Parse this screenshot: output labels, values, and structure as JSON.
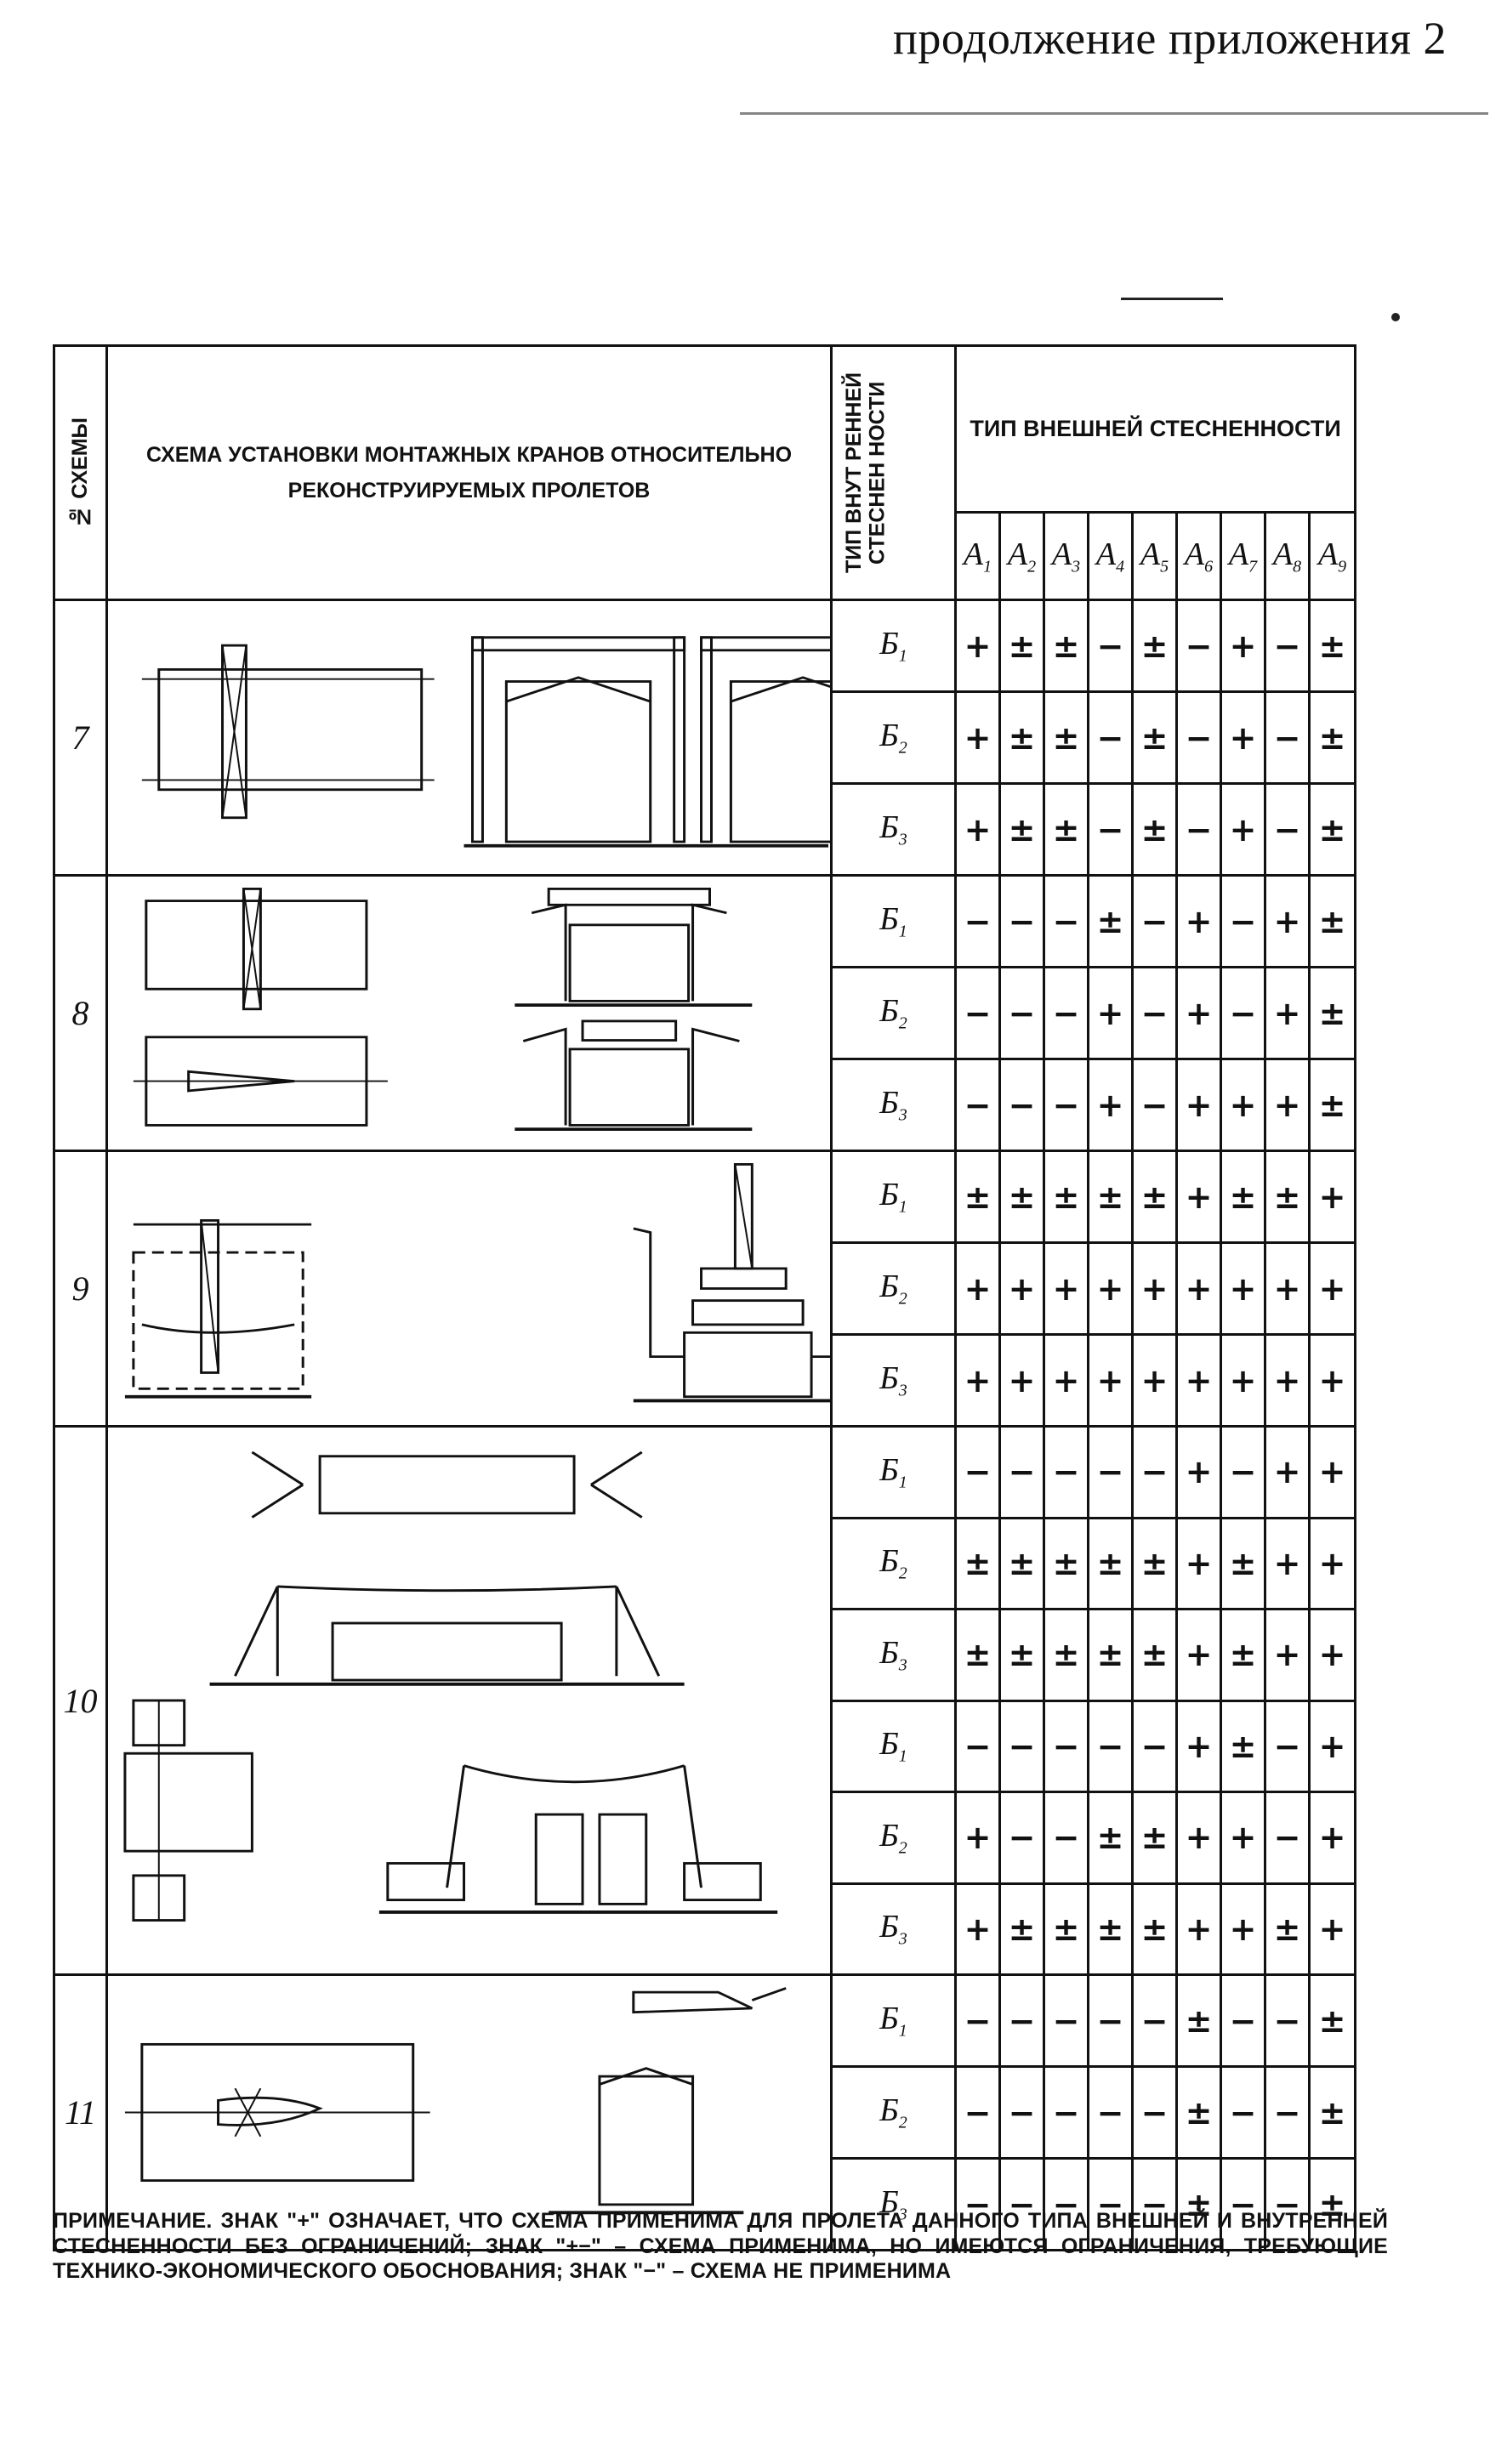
{
  "page_header": "продолжение приложения 2",
  "table": {
    "col_scheme_no": "№ СХЕМЫ",
    "col_scheme": "СХЕМА УСТАНОВКИ МОНТАЖНЫХ КРАНОВ ОТНОСИТЕЛЬНО РЕКОНСТРУИРУЕМЫХ ПРОЛЕТОВ",
    "col_internal": "ТИП ВНУТ РЕННЕЙ СТЕСНЕН НОСТИ",
    "col_external": "ТИП ВНЕШНЕЙ СТЕСНЕННОСТИ",
    "ext_types": [
      {
        "base": "А",
        "idx": "1"
      },
      {
        "base": "А",
        "idx": "2"
      },
      {
        "base": "А",
        "idx": "3"
      },
      {
        "base": "А",
        "idx": "4"
      },
      {
        "base": "А",
        "idx": "5"
      },
      {
        "base": "А",
        "idx": "6"
      },
      {
        "base": "А",
        "idx": "7"
      },
      {
        "base": "А",
        "idx": "8"
      },
      {
        "base": "А",
        "idx": "9"
      }
    ],
    "groups": [
      {
        "scheme_no": "7",
        "rows": [
          {
            "b": "Б",
            "idx": "1",
            "cells": [
              "+",
              "±",
              "±",
              "−",
              "±",
              "−",
              "+",
              "−",
              "±"
            ]
          },
          {
            "b": "Б",
            "idx": "2",
            "cells": [
              "+",
              "±",
              "±",
              "−",
              "±",
              "−",
              "+",
              "−",
              "±"
            ]
          },
          {
            "b": "Б",
            "idx": "3",
            "cells": [
              "+",
              "±",
              "±",
              "−",
              "±",
              "−",
              "+",
              "−",
              "±"
            ]
          }
        ]
      },
      {
        "scheme_no": "8",
        "rows": [
          {
            "b": "Б",
            "idx": "1",
            "cells": [
              "−",
              "−",
              "−",
              "±",
              "−",
              "+",
              "−",
              "+",
              "±"
            ]
          },
          {
            "b": "Б",
            "idx": "2",
            "cells": [
              "−",
              "−",
              "−",
              "+",
              "−",
              "+",
              "−",
              "+",
              "±"
            ]
          },
          {
            "b": "Б",
            "idx": "3",
            "cells": [
              "−",
              "−",
              "−",
              "+",
              "−",
              "+",
              "+",
              "+",
              "±"
            ]
          }
        ]
      },
      {
        "scheme_no": "9",
        "rows": [
          {
            "b": "Б",
            "idx": "1",
            "cells": [
              "±",
              "±",
              "±",
              "±",
              "±",
              "+",
              "±",
              "±",
              "+"
            ]
          },
          {
            "b": "Б",
            "idx": "2",
            "cells": [
              "+",
              "+",
              "+",
              "+",
              "+",
              "+",
              "+",
              "+",
              "+"
            ]
          },
          {
            "b": "Б",
            "idx": "3",
            "cells": [
              "+",
              "+",
              "+",
              "+",
              "+",
              "+",
              "+",
              "+",
              "+"
            ]
          }
        ]
      },
      {
        "scheme_no": "10",
        "rows": [
          {
            "b": "Б",
            "idx": "1",
            "cells": [
              "−",
              "−",
              "−",
              "−",
              "−",
              "+",
              "−",
              "+",
              "+"
            ]
          },
          {
            "b": "Б",
            "idx": "2",
            "cells": [
              "±",
              "±",
              "±",
              "±",
              "±",
              "+",
              "±",
              "+",
              "+"
            ]
          },
          {
            "b": "Б",
            "idx": "3",
            "cells": [
              "±",
              "±",
              "±",
              "±",
              "±",
              "+",
              "±",
              "+",
              "+"
            ]
          },
          {
            "b": "Б",
            "idx": "1",
            "cells": [
              "−",
              "−",
              "−",
              "−",
              "−",
              "+",
              "±",
              "−",
              "+"
            ]
          },
          {
            "b": "Б",
            "idx": "2",
            "cells": [
              "+",
              "−",
              "−",
              "±",
              "±",
              "+",
              "+",
              "−",
              "+"
            ]
          },
          {
            "b": "Б",
            "idx": "3",
            "cells": [
              "+",
              "±",
              "±",
              "±",
              "±",
              "+",
              "+",
              "±",
              "+"
            ]
          }
        ]
      },
      {
        "scheme_no": "11",
        "rows": [
          {
            "b": "Б",
            "idx": "1",
            "cells": [
              "−",
              "−",
              "−",
              "−",
              "−",
              "±",
              "−",
              "−",
              "±"
            ]
          },
          {
            "b": "Б",
            "idx": "2",
            "cells": [
              "−",
              "−",
              "−",
              "−",
              "−",
              "±",
              "−",
              "−",
              "±"
            ]
          },
          {
            "b": "Б",
            "idx": "3",
            "cells": [
              "−",
              "−",
              "−",
              "−",
              "−",
              "±",
              "−",
              "−",
              "±"
            ]
          }
        ]
      }
    ]
  },
  "note": "ПРИМЕЧАНИЕ. ЗНАК \"+\" ОЗНАЧАЕТ, ЧТО СХЕМА ПРИМЕНИМА ДЛЯ ПРОЛЕТА ДАННОГО ТИПА ВНЕШНЕЙ И ВНУТРЕННЕЙ СТЕСНЕННОСТИ БЕЗ ОГРАНИЧЕНИЙ; ЗНАК \"+−\" – СХЕМА ПРИМЕНИМА, НО ИМЕЮТСЯ ОГРАНИЧЕНИЯ, ТРЕБУЮЩИЕ ТЕХНИКО-ЭКОНОМИЧЕСКОГО ОБОСНОВАНИЯ; ЗНАК \"−\" – СХЕМА НЕ ПРИМЕНИМА"
}
